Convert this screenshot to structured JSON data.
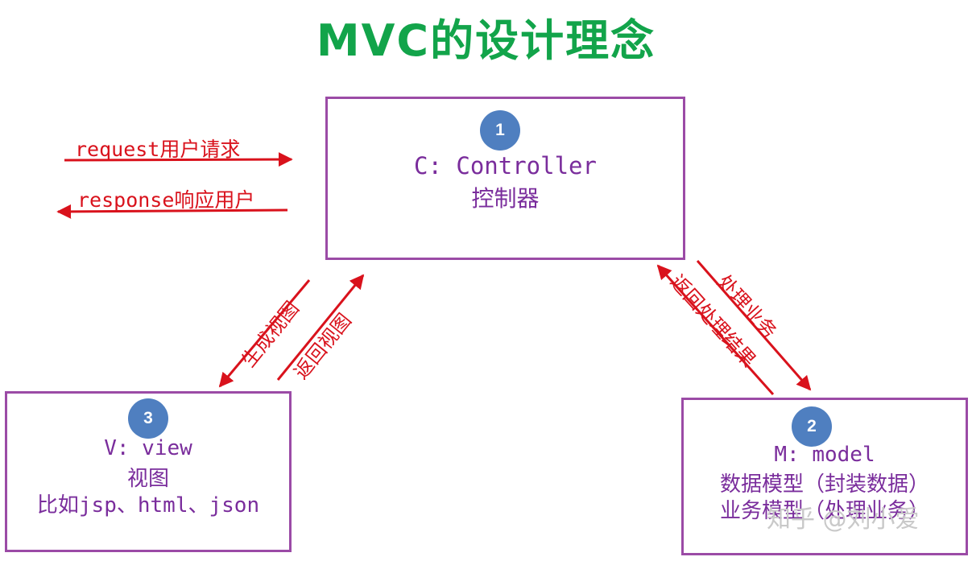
{
  "title": "MVC的设计理念",
  "controller": {
    "number": "1",
    "line1": "C: Controller",
    "line2": "控制器"
  },
  "model": {
    "number": "2",
    "line1": "M: model",
    "line2": "数据模型（封装数据）",
    "line3": "业务模型（处理业务）"
  },
  "view": {
    "number": "3",
    "line1": "V: view",
    "line2": "视图",
    "line3": "比如jsp、html、json"
  },
  "edges": {
    "request": "request用户请求",
    "response": "response响应用户",
    "generate_view": "生成视图",
    "return_view": "返回视图",
    "process_business": "处理业务",
    "return_result": "返回处理结果"
  },
  "watermark": "知乎 @刘小爱",
  "colors": {
    "title": "#12a44a",
    "box_border": "#9b4ba6",
    "box_text": "#7a2d9c",
    "arrow": "#d9121c",
    "badge": "#4f7fc0"
  }
}
